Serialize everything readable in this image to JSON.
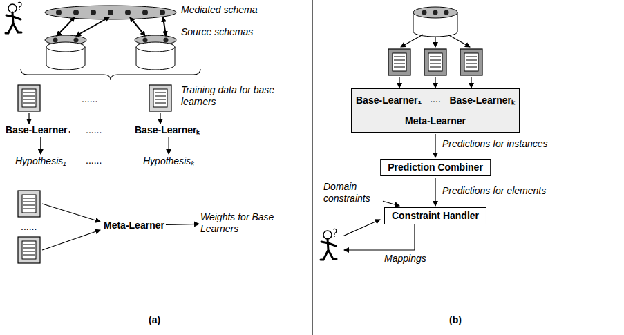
{
  "diagram": {
    "nodes": [
      {
        "text": [
          "Base-Learner₁"
        ]
      },
      {
        "text": [
          "Base-Learnerₖ"
        ]
      },
      {
        "text": [
          "Hypothesis₁"
        ]
      },
      {
        "text": [
          "Hypothesisₖ"
        ]
      },
      {
        "text": [
          "Meta-Learner"
        ]
      },
      {
        "text": [
          "Weights for Base Learners"
        ]
      },
      {
        "text": [
          "...."
        ]
      },
      {
        "text": [
          "Base-Learner₁"
        ],
        "in": 6
      },
      {
        "text": [
          "Base-Learnerₖ"
        ],
        "in": 6
      },
      {
        "text": [
          "Meta-Learner"
        ],
        "in": 6
      },
      {
        "text": [
          "Prediction Combiner"
        ]
      },
      {
        "text": [
          "Domain constraints"
        ]
      },
      {
        "text": [
          "Constraint Handler"
        ]
      }
    ],
    "edges": [
      {
        "from": 0,
        "to": 2,
        "arrow": "to"
      },
      {
        "from": 1,
        "to": 3,
        "arrow": "to"
      },
      {
        "from": 4,
        "to": 5,
        "arrow": "to"
      },
      {
        "from": 7,
        "to": 9,
        "arrow": "to"
      },
      {
        "from": 8,
        "to": 9,
        "arrow": "to"
      },
      {
        "from": 6,
        "to": 10,
        "label": "Predictions for instances",
        "arrow": "to"
      },
      {
        "from": 10,
        "to": 12,
        "label": "Predictions for elements",
        "arrow": "to"
      },
      {
        "from": 11,
        "to": 12,
        "arrow": "to"
      }
    ],
    "labels": [
      "Mediated schema",
      "Source schemas",
      "Training data for base learners",
      "......",
      "......",
      "......",
      "......",
      "(a)",
      "Mappings",
      "(b)"
    ]
  }
}
